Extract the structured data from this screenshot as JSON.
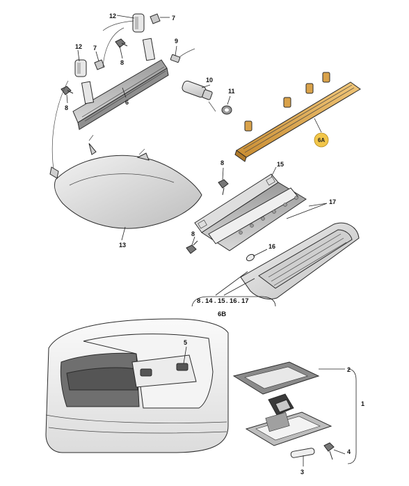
{
  "callouts": {
    "c12a": "12",
    "c7a": "7",
    "c12b": "12",
    "c7b": "7",
    "c8a": "8",
    "c8b": "8",
    "c6": "6",
    "c9": "9",
    "c10": "10",
    "c11": "11",
    "c6A": "6A",
    "c13": "13",
    "c8c": "8",
    "c15": "15",
    "c17": "17",
    "c8d": "8",
    "c16": "16",
    "c5": "5",
    "c2": "2",
    "c1": "1",
    "c4": "4",
    "c3": "3"
  },
  "set_6B": {
    "items": [
      "8",
      "14",
      "15",
      "16",
      "17"
    ],
    "label": "6B"
  },
  "colors": {
    "lamp_amber": "#e7b25c",
    "part_grey": "#d9d9d9",
    "badge_yellow": "#f2c64a"
  }
}
